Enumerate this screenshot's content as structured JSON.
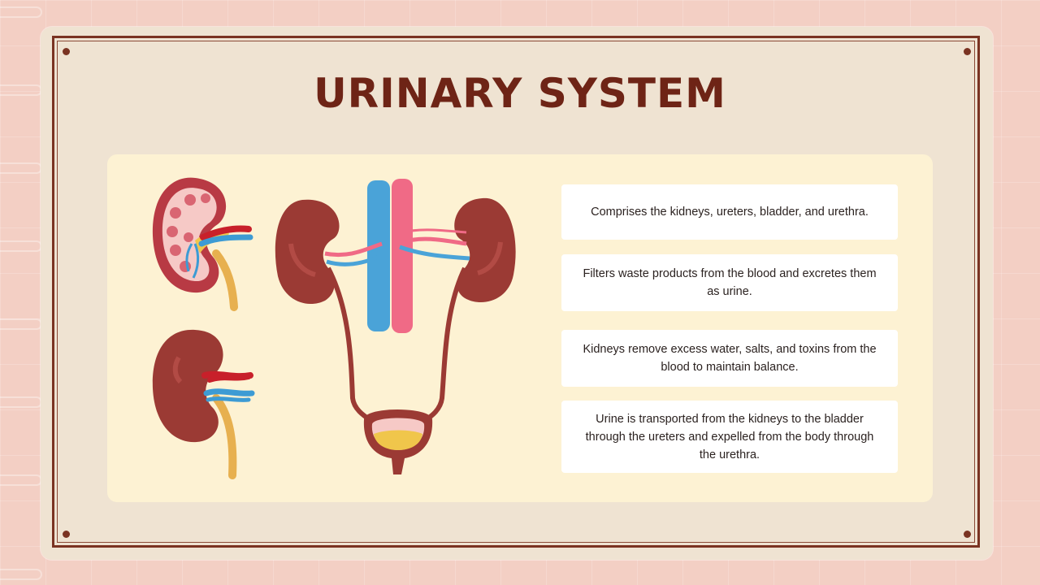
{
  "slide": {
    "title": "URINARY SYSTEM"
  },
  "facts": [
    {
      "text": "Comprises the kidneys, ureters, bladder, and urethra."
    },
    {
      "text": "Filters waste products from the blood and excretes them as urine."
    },
    {
      "text": "Kidneys remove excess water, salts, and toxins from the blood to maintain balance."
    },
    {
      "text": "Urine is transported from the kidneys to the bladder through the ureters and expelled from the body through the urethra."
    }
  ],
  "illustrations": [
    {
      "icon": "kidney-cross-section-icon"
    },
    {
      "icon": "kidney-external-icon"
    },
    {
      "icon": "urinary-tract-icon"
    }
  ],
  "colors": {
    "title": "#6e2416",
    "frame": "#7a3322",
    "panel": "#fdf2d3",
    "kidney": "#9b3a34",
    "vein": "#4aa3d8",
    "artery": "#f06a86",
    "ureter": "#e7b04f"
  }
}
